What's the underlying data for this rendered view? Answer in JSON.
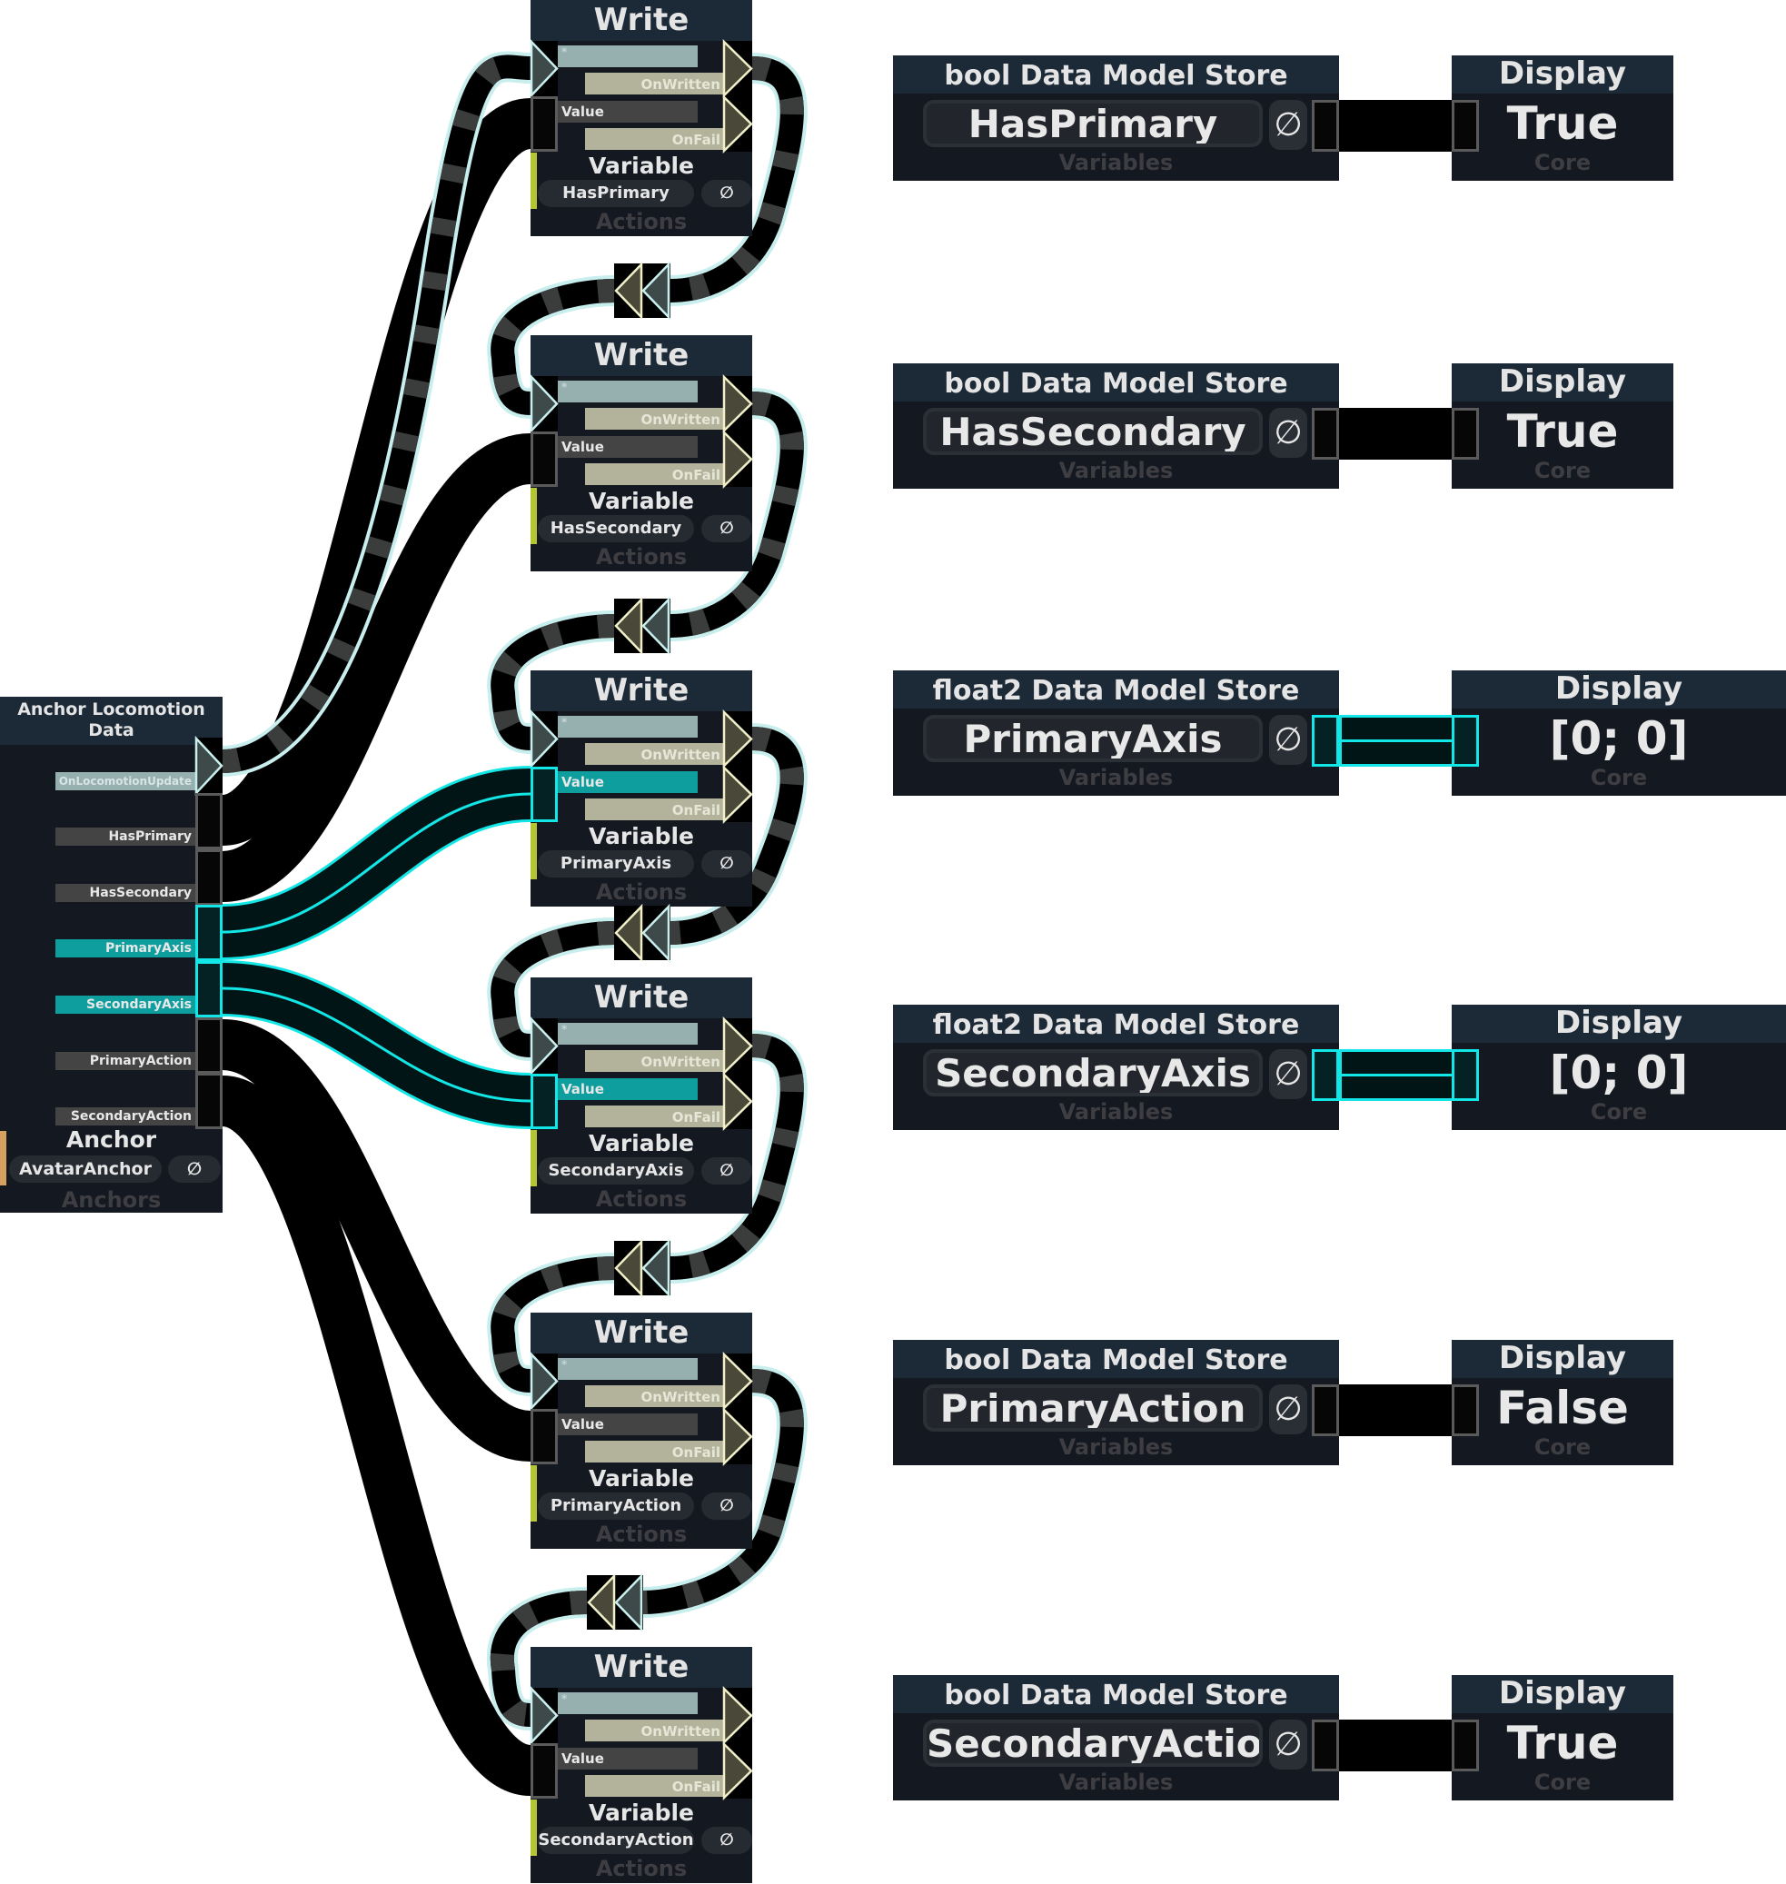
{
  "anchor_node": {
    "title": "Anchor Locomotion Data",
    "title_line1": "Anchor Locomotion",
    "title_line2": "Data",
    "outputs": [
      {
        "label": "OnLocomotionUpdate",
        "kind": "impulse"
      },
      {
        "label": "HasPrimary",
        "kind": "bool"
      },
      {
        "label": "HasSecondary",
        "kind": "bool"
      },
      {
        "label": "PrimaryAxis",
        "kind": "float2"
      },
      {
        "label": "SecondaryAxis",
        "kind": "float2"
      },
      {
        "label": "PrimaryAction",
        "kind": "bool"
      },
      {
        "label": "SecondaryAction",
        "kind": "bool"
      }
    ],
    "field_label": "Anchor",
    "field_value": "AvatarAnchor",
    "null_symbol": "∅",
    "category": "Anchors"
  },
  "write_nodes": [
    {
      "title": "Write",
      "impulse_in": "*",
      "value_in": "Value",
      "out_written": "OnWritten",
      "out_fail": "OnFail",
      "field_label": "Variable",
      "variable": "HasPrimary",
      "null_symbol": "∅",
      "category": "Actions",
      "value_type": "bool"
    },
    {
      "title": "Write",
      "impulse_in": "*",
      "value_in": "Value",
      "out_written": "OnWritten",
      "out_fail": "OnFail",
      "field_label": "Variable",
      "variable": "HasSecondary",
      "null_symbol": "∅",
      "category": "Actions",
      "value_type": "bool"
    },
    {
      "title": "Write",
      "impulse_in": "*",
      "value_in": "Value",
      "out_written": "OnWritten",
      "out_fail": "OnFail",
      "field_label": "Variable",
      "variable": "PrimaryAxis",
      "null_symbol": "∅",
      "category": "Actions",
      "value_type": "float2"
    },
    {
      "title": "Write",
      "impulse_in": "*",
      "value_in": "Value",
      "out_written": "OnWritten",
      "out_fail": "OnFail",
      "field_label": "Variable",
      "variable": "SecondaryAxis",
      "null_symbol": "∅",
      "category": "Actions",
      "value_type": "float2"
    },
    {
      "title": "Write",
      "impulse_in": "*",
      "value_in": "Value",
      "out_written": "OnWritten",
      "out_fail": "OnFail",
      "field_label": "Variable",
      "variable": "PrimaryAction",
      "null_symbol": "∅",
      "category": "Actions",
      "value_type": "bool"
    },
    {
      "title": "Write",
      "impulse_in": "*",
      "value_in": "Value",
      "out_written": "OnWritten",
      "out_fail": "OnFail",
      "field_label": "Variable",
      "variable": "SecondaryAction",
      "null_symbol": "∅",
      "category": "Actions",
      "value_type": "bool"
    }
  ],
  "store_nodes": [
    {
      "title": "bool Data Model Store",
      "name": "HasPrimary",
      "null_symbol": "∅",
      "category": "Variables",
      "value_type": "bool"
    },
    {
      "title": "bool Data Model Store",
      "name": "HasSecondary",
      "null_symbol": "∅",
      "category": "Variables",
      "value_type": "bool"
    },
    {
      "title": "float2 Data Model Store",
      "name": "PrimaryAxis",
      "null_symbol": "∅",
      "category": "Variables",
      "value_type": "float2"
    },
    {
      "title": "float2 Data Model Store",
      "name": "SecondaryAxis",
      "null_symbol": "∅",
      "category": "Variables",
      "value_type": "float2"
    },
    {
      "title": "bool Data Model Store",
      "name": "PrimaryAction",
      "null_symbol": "∅",
      "category": "Variables",
      "value_type": "bool"
    },
    {
      "title": "bool Data Model Store",
      "name": "SecondaryAction",
      "null_symbol": "∅",
      "category": "Variables",
      "value_type": "bool"
    }
  ],
  "display_nodes": [
    {
      "title": "Display",
      "value": "True",
      "category": "Core"
    },
    {
      "title": "Display",
      "value": "True",
      "category": "Core"
    },
    {
      "title": "Display",
      "value": "[0; 0]",
      "category": "Core"
    },
    {
      "title": "Display",
      "value": "[0; 0]",
      "category": "Core"
    },
    {
      "title": "Display",
      "value": "False",
      "category": "Core"
    },
    {
      "title": "Display",
      "value": "True",
      "category": "Core"
    }
  ],
  "colors": {
    "node_body": "#141821",
    "node_header": "#1c2a38",
    "impulse_port": "#96b0b0",
    "bool_port": "#444444",
    "float2_port": "#0e9e9e",
    "float2_wire": "#13e6e6",
    "output_impulse": "#b3b29a",
    "variable_strip": "#b5c432",
    "anchor_strip": "#d4a25e"
  }
}
